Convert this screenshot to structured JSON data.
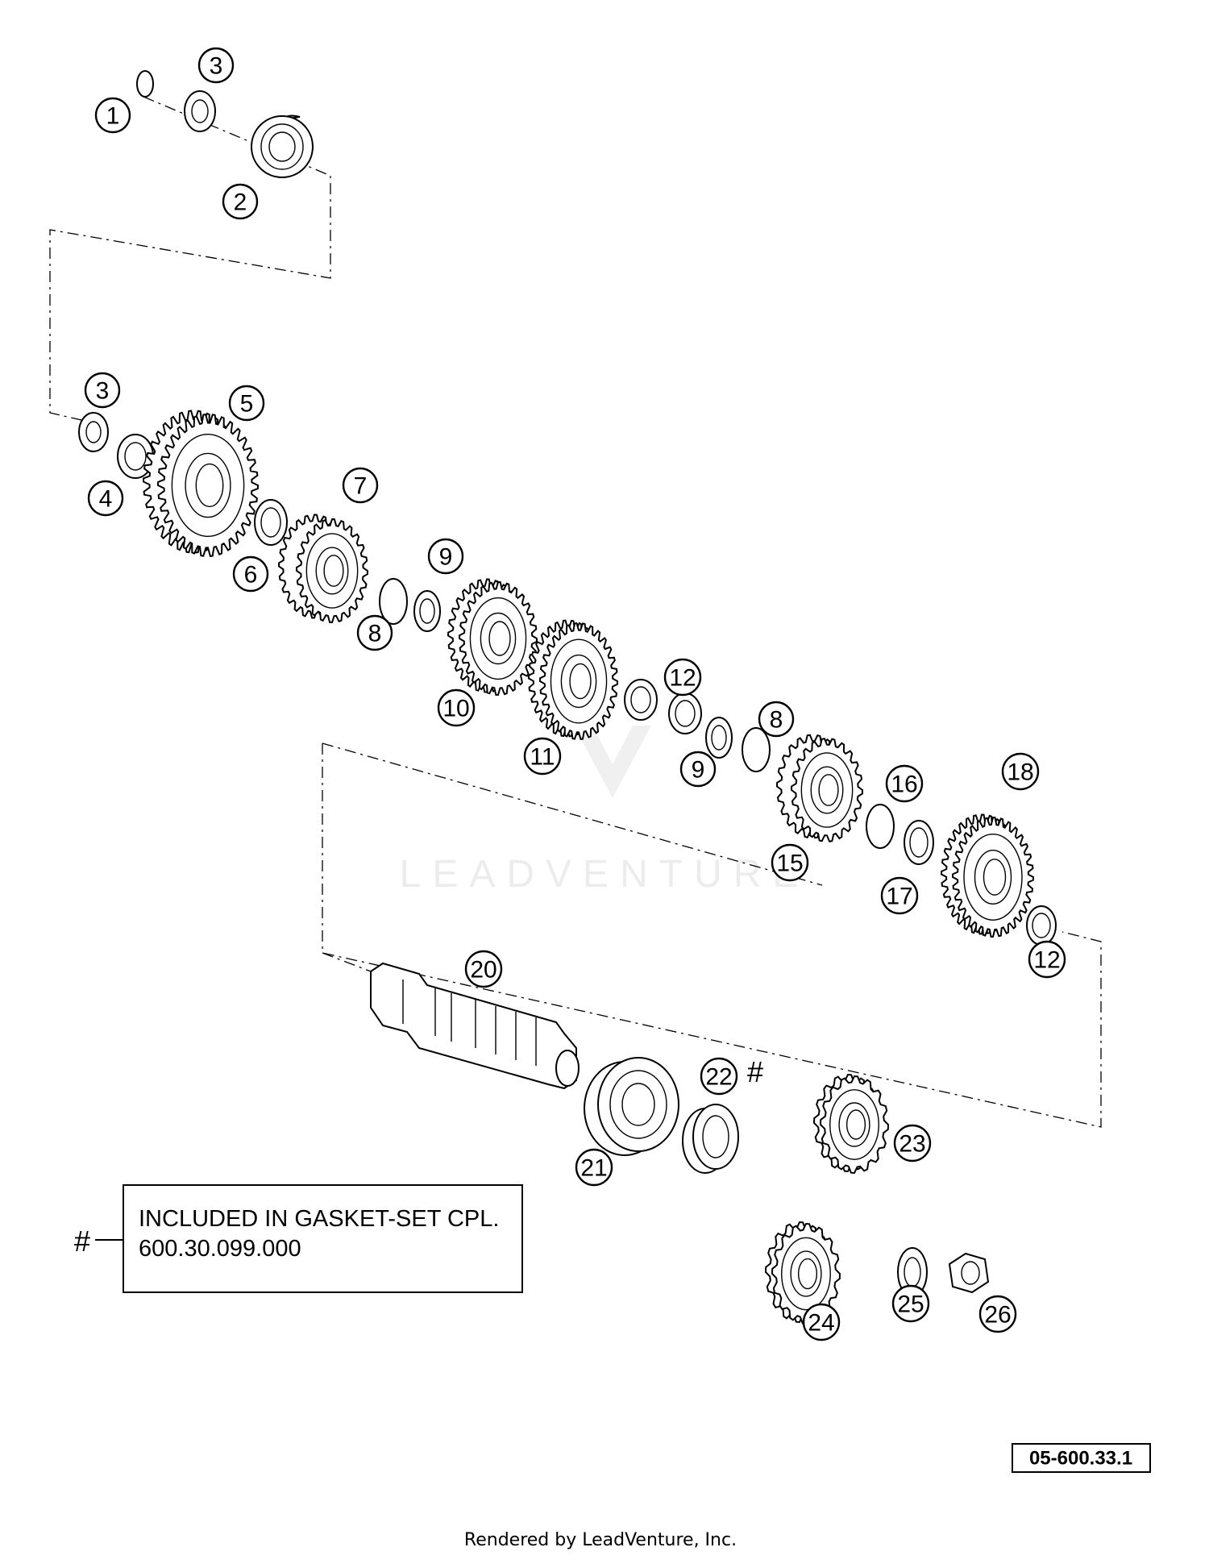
{
  "callouts": [
    {
      "id": "c1",
      "label": "1"
    },
    {
      "id": "c3a",
      "label": "3"
    },
    {
      "id": "c2",
      "label": "2"
    },
    {
      "id": "c3b",
      "label": "3"
    },
    {
      "id": "c5",
      "label": "5"
    },
    {
      "id": "c4",
      "label": "4"
    },
    {
      "id": "c7",
      "label": "7"
    },
    {
      "id": "c6",
      "label": "6"
    },
    {
      "id": "c9a",
      "label": "9"
    },
    {
      "id": "c8a",
      "label": "8"
    },
    {
      "id": "c10",
      "label": "10"
    },
    {
      "id": "c11",
      "label": "11"
    },
    {
      "id": "c12a",
      "label": "12"
    },
    {
      "id": "c8b",
      "label": "8"
    },
    {
      "id": "c9b",
      "label": "9"
    },
    {
      "id": "c16",
      "label": "16"
    },
    {
      "id": "c18",
      "label": "18"
    },
    {
      "id": "c15",
      "label": "15"
    },
    {
      "id": "c17",
      "label": "17"
    },
    {
      "id": "c12b",
      "label": "12"
    },
    {
      "id": "c20",
      "label": "20"
    },
    {
      "id": "c22",
      "label": "22"
    },
    {
      "id": "c21",
      "label": "21"
    },
    {
      "id": "c23",
      "label": "23"
    },
    {
      "id": "c24",
      "label": "24"
    },
    {
      "id": "c25",
      "label": "25"
    },
    {
      "id": "c26",
      "label": "26"
    }
  ],
  "hash_marker": "#",
  "note": {
    "line1": "INCLUDED IN GASKET-SET CPL.",
    "line2": "600.30.099.000",
    "marker": "#"
  },
  "reference_number": "05-600.33.1",
  "rendered_by": "Rendered by LeadVenture, Inc.",
  "watermark": "LEADVENTURE"
}
